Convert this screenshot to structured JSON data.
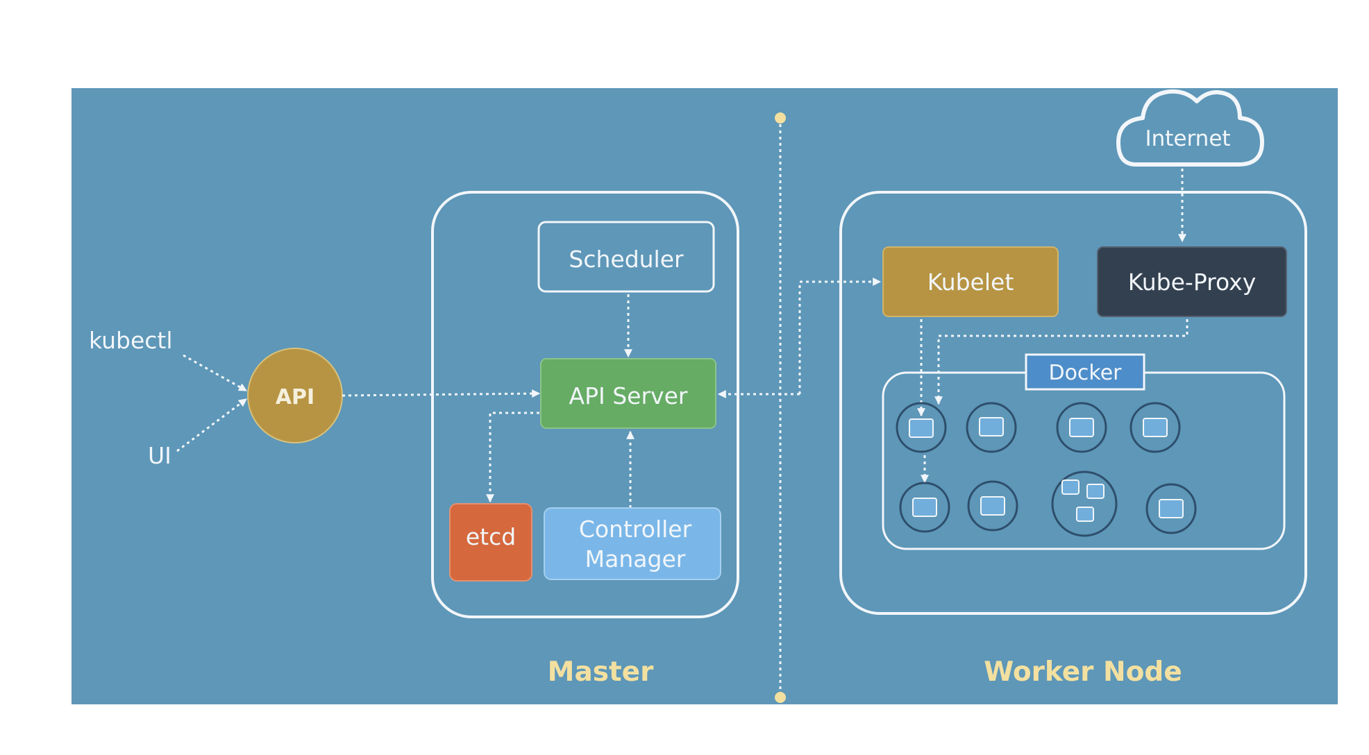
{
  "colors": {
    "panel": "#5e97b8",
    "line": "#f2f6fa",
    "gold": "#b79443",
    "goldText": "#f3e0a0",
    "green": "#66ac64",
    "orange": "#d5683d",
    "lightBlue": "#7ab7e8",
    "dark": "#33404f",
    "dockerLabel": "#4d8dc9",
    "square": "#71aedb"
  },
  "client": {
    "kubectl": "kubectl",
    "ui": "UI",
    "api": "API"
  },
  "master": {
    "title": "Master",
    "scheduler": "Scheduler",
    "api_server": "API Server",
    "etcd": "etcd",
    "controller_line1": "Controller",
    "controller_line2": "Manager"
  },
  "worker": {
    "title": "Worker Node",
    "internet": "Internet",
    "kubelet": "Kubelet",
    "kube_proxy": "Kube-Proxy",
    "docker": "Docker"
  }
}
